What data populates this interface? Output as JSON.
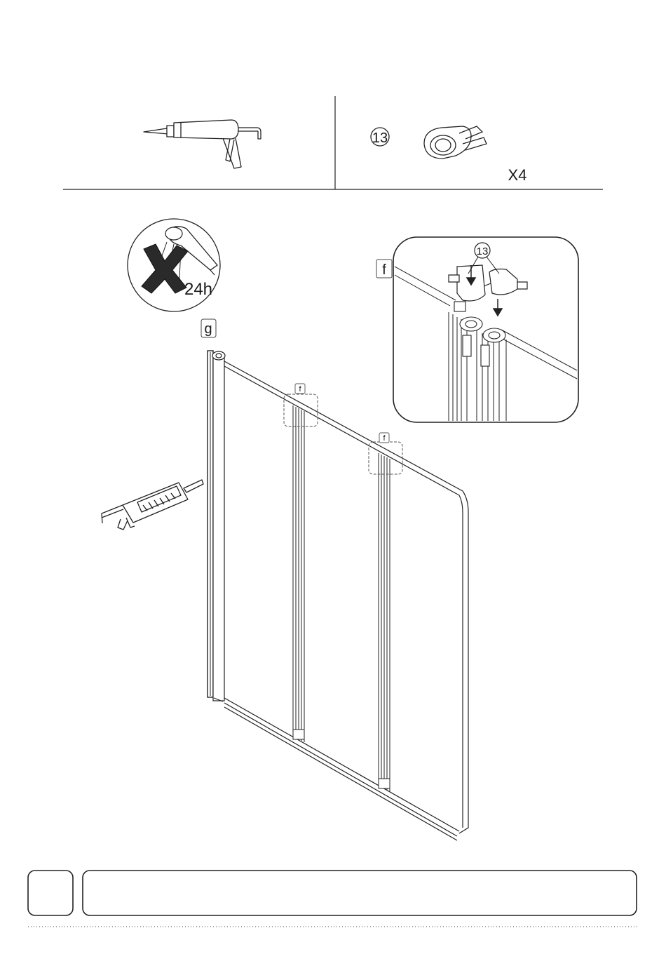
{
  "tools": {
    "part_number": "13",
    "quantity": "X4"
  },
  "labels": {
    "cure_time": "24h",
    "detail_label": "f",
    "callout_part_number": "13",
    "hinge_label_g": "g",
    "hinge_label_f1": "f",
    "hinge_label_f2": "f"
  },
  "footer": {
    "step_number": "",
    "instruction": ""
  }
}
